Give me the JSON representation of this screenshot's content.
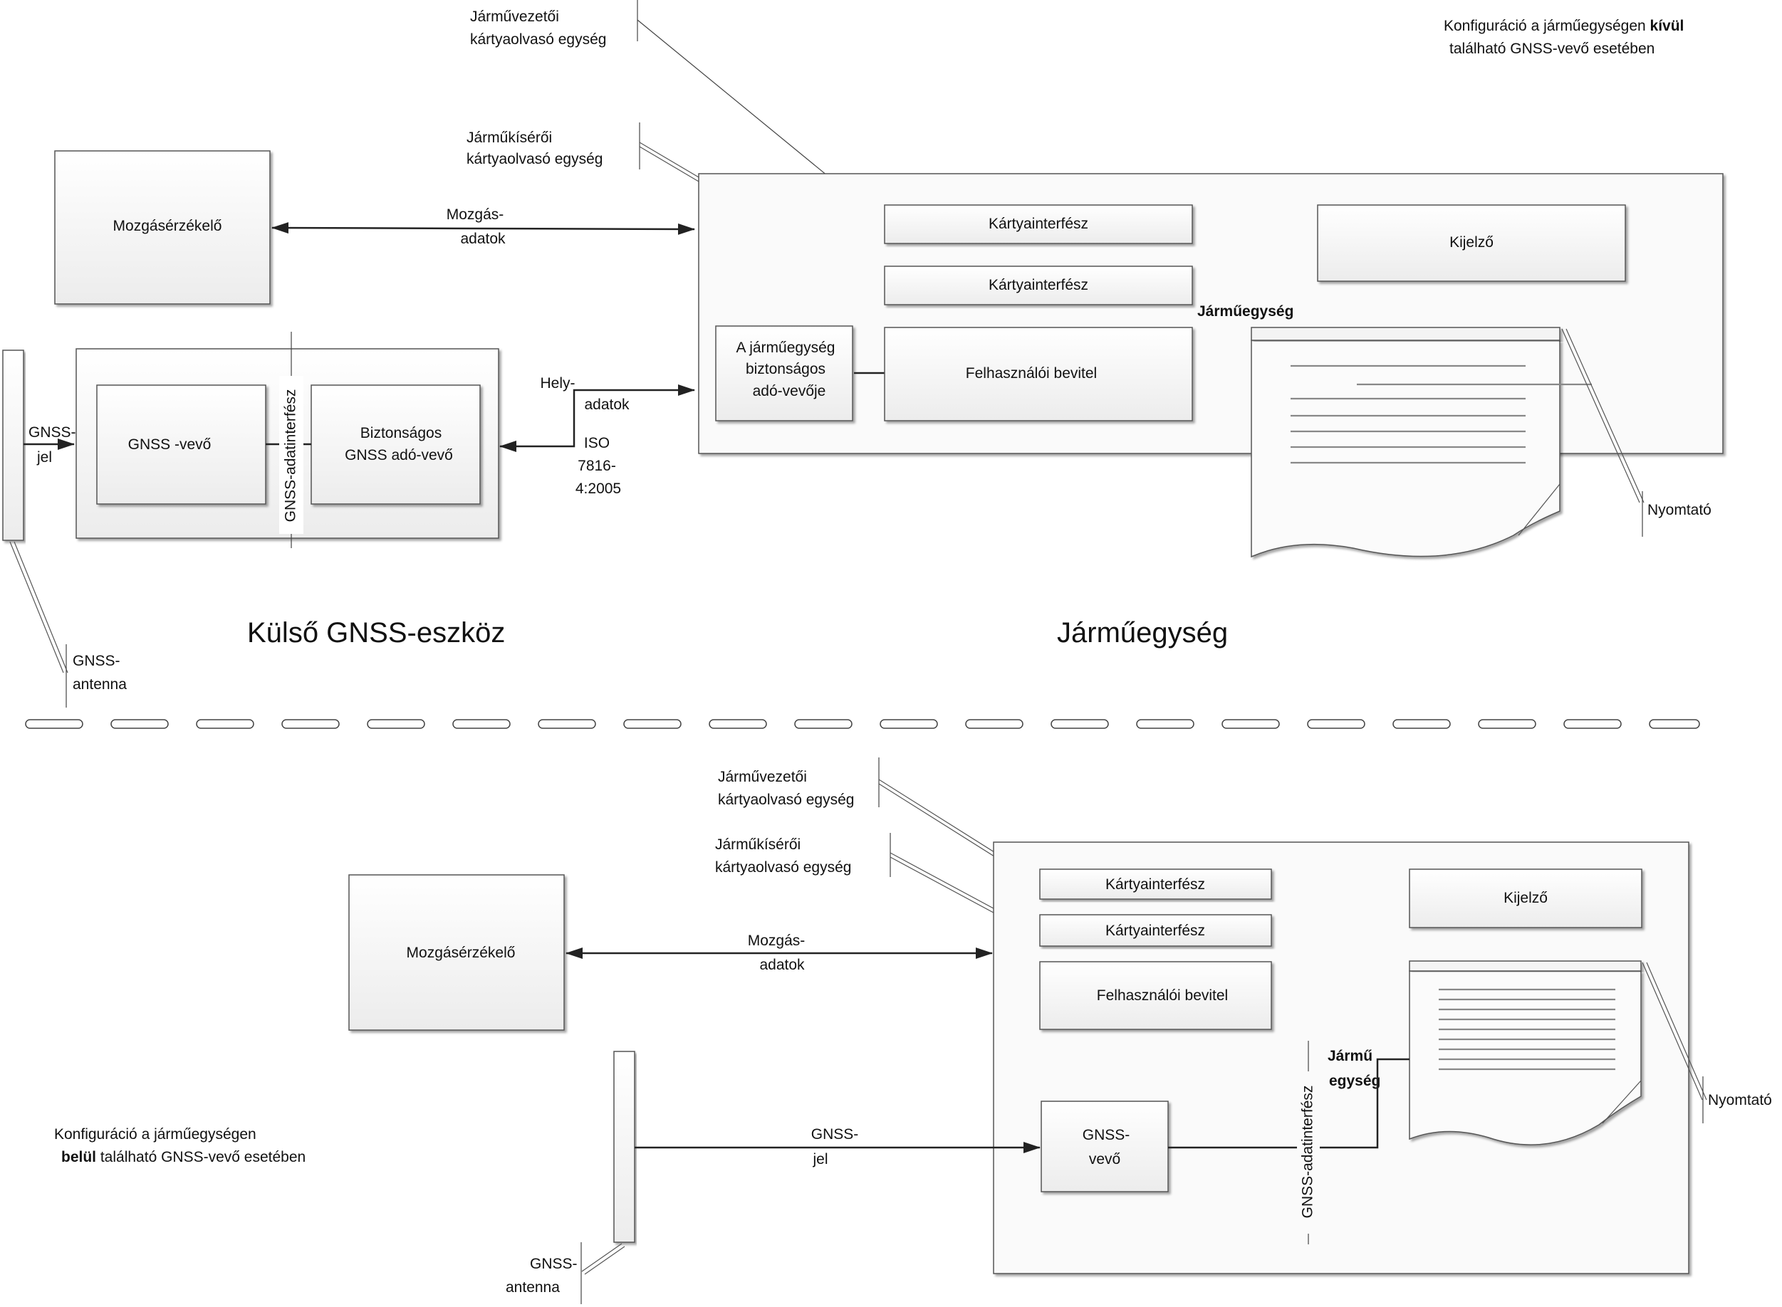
{
  "top": {
    "config_line1_pre": "Konfiguráció a járműegységen ",
    "config_line1_bold": "kívül",
    "config_line2": "található GNSS-vevő esetében",
    "driver_card_line1": "Járművezetői",
    "driver_card_line2": "kártyaolvasó egység",
    "codriver_card_line1": "Járműkísérői",
    "codriver_card_line2": "kártyaolvasó egység",
    "motion_sensor": "Mozgásérzékelő",
    "motion_data_line1": "Mozgás-",
    "motion_data_line2": "adatok",
    "card_interface_1": "Kártyainterfész",
    "card_interface_2": "Kártyainterfész",
    "display": "Kijelző",
    "vu_label": "Járműegység",
    "vu_secure_line1": "A járműegység",
    "vu_secure_line2": "biztonságos",
    "vu_secure_line3": "adó-vevője",
    "user_input": "Felhasználói bevitel",
    "position_data_line1": "Hely-",
    "position_data_line2": "adatok",
    "iso_line1": "ISO",
    "iso_line2": "7816-",
    "iso_line3": "4:2005",
    "gnss_signal_line1": "GNSS-",
    "gnss_signal_line2": "jel",
    "gnss_receiver": "GNSS -vevő",
    "gnss_data_interface": "GNSS-adatinterfész",
    "secure_gnss_line1": "Biztonságos",
    "secure_gnss_line2": "GNSS adó-vevő",
    "printer": "Nyomtató",
    "antenna_line1": "GNSS-",
    "antenna_line2": "antenna",
    "title_external": "Külső GNSS-eszköz",
    "title_vu": "Járműegység"
  },
  "bottom": {
    "driver_card_line1": "Járművezetői",
    "driver_card_line2": "kártyaolvasó egység",
    "codriver_card_line1": "Járműkísérői",
    "codriver_card_line2": "kártyaolvasó egység",
    "card_interface_1": "Kártyainterfész",
    "card_interface_2": "Kártyainterfész",
    "display": "Kijelző",
    "motion_sensor": "Mozgásérzékelő",
    "motion_data_line1": "Mozgás-",
    "motion_data_line2": "adatok",
    "user_input": "Felhasználói bevitel",
    "vu_label_line1": "Jármű",
    "vu_label_line2": "egység",
    "gnss_data_interface": "GNSS-adatinterfész",
    "printer": "Nyomtató",
    "config_line1": "Konfiguráció a járműegységen",
    "config_line2_bold": "belül",
    "config_line2_rest": " található GNSS-vevő esetében",
    "gnss_signal_line1": "GNSS-",
    "gnss_signal_line2": "jel",
    "gnss_receiver_line1": "GNSS-",
    "gnss_receiver_line2": "vevő",
    "antenna_line1": "GNSS-",
    "antenna_line2": "antenna"
  }
}
